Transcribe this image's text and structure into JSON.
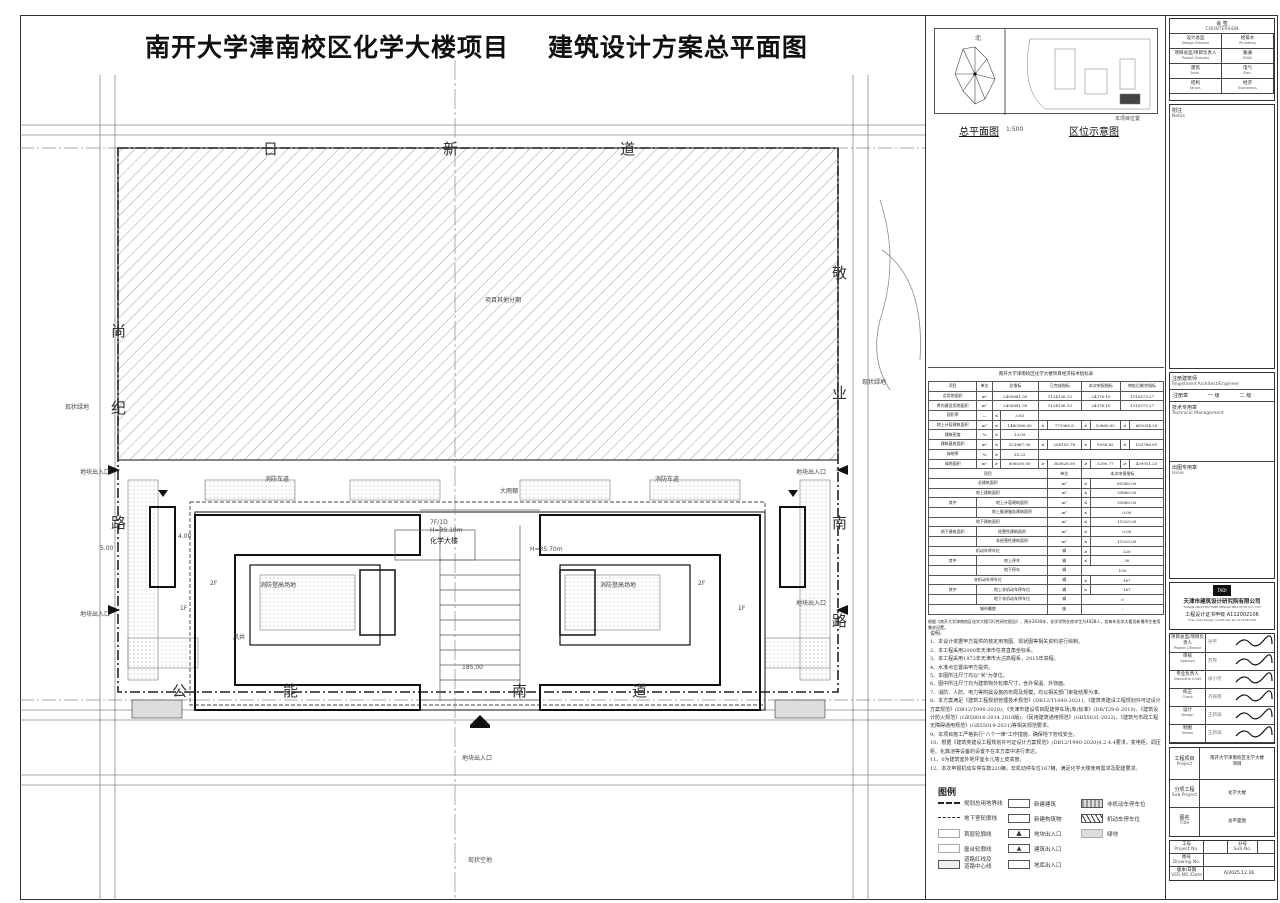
{
  "title": "南开大学津南校区化学大楼项目    建筑设计方案总平面图",
  "roads": {
    "north": [
      "日",
      "新",
      "道"
    ],
    "south": [
      "公",
      "能",
      "南",
      "道"
    ],
    "west": [
      "尚",
      "纪",
      "路"
    ],
    "east": [
      "敬",
      "业",
      "南",
      "路"
    ]
  },
  "plan_labels": {
    "other_phase": "项目其他分期",
    "green_west": "现状绿地",
    "green_east": "现状绿地",
    "empty_south": "现状空地",
    "entrance": "地块出入口",
    "building_floors": "7F/1D",
    "building_height_main": "H=39.10m",
    "building_name": "化学大楼",
    "building_height_side": "H=35.70m",
    "fire_lane": "消防车道",
    "fire_climb": "消防登高场地",
    "canopy": "大雨棚",
    "wind_well": "风井",
    "floor_2f": "2F",
    "floor_1f": "1F",
    "dim_1": "4.00",
    "dim_2": "5.00",
    "dim_3": "185.00"
  },
  "keyplan": {
    "north_label": "北",
    "plan_title": "总平面图",
    "plan_scale": "1:500",
    "location_title": "区位示意图",
    "location_note": "本项目位置"
  },
  "indicator_table": {
    "title": "南开大学津南校区化学大楼项目经济技术指标表",
    "rows": [
      [
        [
          "项目",
          1
        ],
        [
          "单位",
          1
        ],
        [
          "总指标",
          2
        ],
        [
          "已完成指标",
          2
        ],
        [
          "本次申报指标",
          2
        ],
        [
          "审批后剩余指标",
          2
        ]
      ],
      [
        [
          "总用地面积",
          1
        ],
        [
          "m²",
          1
        ],
        [
          "2450881.50",
          2
        ],
        [
          "1124136.13",
          2
        ],
        [
          "24376.10",
          2
        ],
        [
          "1310373.27",
          2
        ]
      ],
      [
        [
          "界内建设用地面积",
          1
        ],
        [
          "m²",
          1
        ],
        [
          "2450881.50",
          2
        ],
        [
          "1124136.13",
          2
        ],
        [
          "24376.10",
          2
        ],
        [
          "1310373.27",
          2
        ]
      ],
      [
        [
          "容积率",
          1
        ],
        [
          "—",
          1
        ],
        [
          "≤",
          1
        ],
        [
          "3.63",
          1
        ],
        [
          "",
          6
        ]
      ],
      [
        [
          "地上计容建筑面积",
          1
        ],
        [
          "m²",
          1
        ],
        [
          "≤",
          1
        ],
        [
          "1480380.00",
          1
        ],
        [
          "≤",
          1
        ],
        [
          "771065.8",
          1
        ],
        [
          "≤",
          1
        ],
        [
          "53860.00",
          1
        ],
        [
          "≤",
          1
        ],
        [
          "661054.20",
          1
        ]
      ],
      [
        [
          "建筑密度",
          1
        ],
        [
          "%",
          1
        ],
        [
          "≤",
          1
        ],
        [
          "13.09",
          1
        ],
        [
          "",
          6
        ]
      ],
      [
        [
          "建筑基底面积",
          1
        ],
        [
          "m²",
          1
        ],
        [
          "≤",
          1
        ],
        [
          "321867.50",
          1
        ],
        [
          "≤",
          1
        ],
        [
          "208153.78",
          1
        ],
        [
          "≤",
          1
        ],
        [
          "9938.82",
          1
        ],
        [
          "≤",
          1
        ],
        [
          "103786.01",
          1
        ]
      ],
      [
        [
          "绿地率",
          1
        ],
        [
          "%",
          1
        ],
        [
          "≥",
          1
        ],
        [
          "35.22",
          1
        ],
        [
          "",
          6
        ]
      ],
      [
        [
          "绿地面积",
          1
        ],
        [
          "m²",
          1
        ],
        [
          "≥",
          1
        ],
        [
          "806030.00",
          1
        ],
        [
          "≥",
          1
        ],
        [
          "383828.00",
          1
        ],
        [
          "≥",
          1
        ],
        [
          "3290.77",
          1
        ],
        [
          "≥",
          1
        ],
        [
          "439911.23",
          1
        ]
      ],
      [
        [
          "项目",
          5
        ],
        [
          "单位",
          1
        ],
        [
          "本次申报指标",
          4
        ]
      ],
      [
        [
          "总建筑面积",
          5
        ],
        [
          "m²",
          1
        ],
        [
          "≤",
          1
        ],
        [
          "65380.00",
          3
        ]
      ],
      [
        [
          "地上建筑面积",
          5
        ],
        [
          "m²",
          1
        ],
        [
          "≤",
          1
        ],
        [
          "53860.00",
          3
        ]
      ],
      [
        [
          "其中",
          1
        ],
        [
          "地上计容建筑面积",
          4
        ],
        [
          "m²",
          1
        ],
        [
          "≤",
          1
        ],
        [
          "53860.00",
          3
        ]
      ],
      [
        [
          "",
          1
        ],
        [
          "地上能源服务建筑面积",
          4
        ],
        [
          "m²",
          1
        ],
        [
          "≤",
          1
        ],
        [
          "0.00",
          3
        ]
      ],
      [
        [
          "地下建筑面积",
          5
        ],
        [
          "m²",
          1
        ],
        [
          "≤",
          1
        ],
        [
          "11520.00",
          3
        ]
      ],
      [
        [
          "地下建筑面积",
          1
        ],
        [
          "经营性建筑面积",
          4
        ],
        [
          "m²",
          1
        ],
        [
          "≤",
          1
        ],
        [
          "0.00",
          3
        ]
      ],
      [
        [
          "",
          1
        ],
        [
          "非经营性建筑面积",
          4
        ],
        [
          "m²",
          1
        ],
        [
          "≤",
          1
        ],
        [
          "11520.00",
          3
        ]
      ],
      [
        [
          "机动车停车位",
          5
        ],
        [
          "辆",
          1
        ],
        [
          "≥",
          1
        ],
        [
          "220",
          3
        ]
      ],
      [
        [
          "其中",
          1
        ],
        [
          "地上停车",
          4
        ],
        [
          "辆",
          1
        ],
        [
          "≤",
          1
        ],
        [
          "30",
          3
        ]
      ],
      [
        [
          "",
          1
        ],
        [
          "地下停车",
          4
        ],
        [
          "辆",
          1
        ],
        [
          "190",
          4
        ]
      ],
      [
        [
          "非机动车停车位",
          5
        ],
        [
          "辆",
          1
        ],
        [
          "≥",
          1
        ],
        [
          "167",
          3
        ]
      ],
      [
        [
          "其中",
          1
        ],
        [
          "地上非机动车停车位",
          4
        ],
        [
          "辆",
          1
        ],
        [
          "≥",
          1
        ],
        [
          "167",
          3
        ]
      ],
      [
        [
          "",
          1
        ],
        [
          "地下非机动车停车位",
          4
        ],
        [
          "辆",
          1
        ],
        [
          "0",
          4
        ]
      ],
      [
        [
          "城市雕塑",
          5
        ],
        [
          "座",
          1
        ],
        [
          "-",
          4
        ]
      ]
    ],
    "footnote": "根据《南开大学津南校区化学大楼可行性研究报告》，预计2030年，化学学院在校学生为4028人，含每年化学大楼员新增师生使用需求设置。"
  },
  "notes": {
    "heading": "说明:",
    "items": [
      "1、本设计依据甲方提供的核定用地图、现状图等相关资料进行绘制。",
      "2、本工程采用2000年天津市任意直角坐标系。",
      "3、本工程采用1972年天津市大沽高程系，2015年高程。",
      "4、水准点位置由甲方提供。",
      "5、本图所注尺寸均以\"米\"为单位。",
      "6、图中所注尺寸均为建筑物外轮廓尺寸，含外保温、外饰面。",
      "7、消防、人防、电力等附属设施的布局及规模，均以相关部门审批结果为准。",
      "8、本方案满足《建筑工程规划管理技术规范》(DB12/T1040-2021)、《建筑类建设工程规划许可证设计方案规范》(DB12/T990-2020)、《天津市建设项目配建停车场(库)标准》(DB/T29-6-2010)、《建筑设计防火规范》(GB50016-2014 2018版)、《民用建筑通用规范》(GB55031-2022)、《建筑与市政工程无障碍通用规范》(GB55019-2021)等相关规范要求。",
      "9、本项目施工严格执行\"八个一律\"工作措施，确保地下管线安全。",
      "10、根据《建筑类建设工程规划许可证设计方案规范》(DB12/T990-2020)4.2.4.4要求，变电柜、调压柜、化粪池等设备的设置不在本方案中进行表达。",
      "11、0为建筑室外地坪室女儿墙上皮高度。",
      "12、本次申报机动车停车数220辆，非机动停车位167辆，满足化学大楼使用需求及配建要求。"
    ]
  },
  "legend": {
    "heading": "图例",
    "items": [
      "规划总用地界线",
      "地下室轮廓线",
      "首层轮廓线",
      "屋台轮廓线",
      "道路红线及道路中心线",
      "新建建筑",
      "新建构筑物",
      "地块出入口",
      "建筑出入口",
      "地库出入口",
      "非机动车停车位",
      "机动车停车位",
      "绿地"
    ]
  },
  "titleblock": {
    "countersign": "会 签",
    "countersign_en": "COUNTERSIGN",
    "disciplines": [
      [
        "设计总监",
        "Design Director"
      ],
      [
        "给排水",
        "Plumbing"
      ],
      [
        "项目总监/项目负责人",
        "Project Director"
      ],
      [
        "暖通",
        "HVAC"
      ],
      [
        "建筑",
        "Archi."
      ],
      [
        "电气",
        "Elec."
      ],
      [
        "结构",
        "Struct."
      ],
      [
        "经济",
        "Economics"
      ]
    ],
    "notes_label": "附注",
    "notes_label_en": "Notes",
    "reg_architect": "注册建筑师",
    "reg_architect_en": "Registered Architect/Engineer",
    "reg_seal": "注册章",
    "grade_1": "一 级",
    "grade_2": "二 级",
    "tech_mgmt": "技术专用章",
    "tech_mgmt_en": "Technical Management",
    "issue_seal": "出图专用章",
    "issue_seal_en": "Issue",
    "company_logo": "TADI",
    "company_cn": "天津市建筑设计研究院有限公司",
    "company_en": "TIANJIN ARCHITECTURE DESIGN INSTITUTE CO., LTD",
    "cert": "工程设计证书甲级 A112002106",
    "cert_en": "First-class Design Certificate No.A112002106",
    "signatures": [
      [
        "项目总监/项目负责人",
        "Project Director",
        "孙宇"
      ],
      [
        "审核",
        "Approve",
        "苏晃"
      ],
      [
        "专业负责人",
        "Discipline Chief",
        "徐小然"
      ],
      [
        "校正",
        "Check",
        "齐丽艳"
      ],
      [
        "设计",
        "Design",
        "王新璃"
      ],
      [
        "制图",
        "Drawn",
        "王新璃"
      ]
    ],
    "project_label": "工程项目",
    "project_label_en": "Project",
    "project_name": "南开大学津南校区化学大楼项目",
    "subproject_label": "分项工程",
    "subproject_label_en": "Sub Project",
    "subproject_name": "化学大楼",
    "title_label": "图名",
    "title_label_en": "Title",
    "title_name": "总平面图",
    "project_no": "工号",
    "project_no_en": "Project No.",
    "sub_no": "分号",
    "sub_no_en": "Sub-No.",
    "drawing_no": "图号",
    "drawing_no_en": "Drawing No.",
    "version": "版本/日期",
    "version_en": "VER.NO./Date",
    "version_value": "A/2025.12.16"
  }
}
